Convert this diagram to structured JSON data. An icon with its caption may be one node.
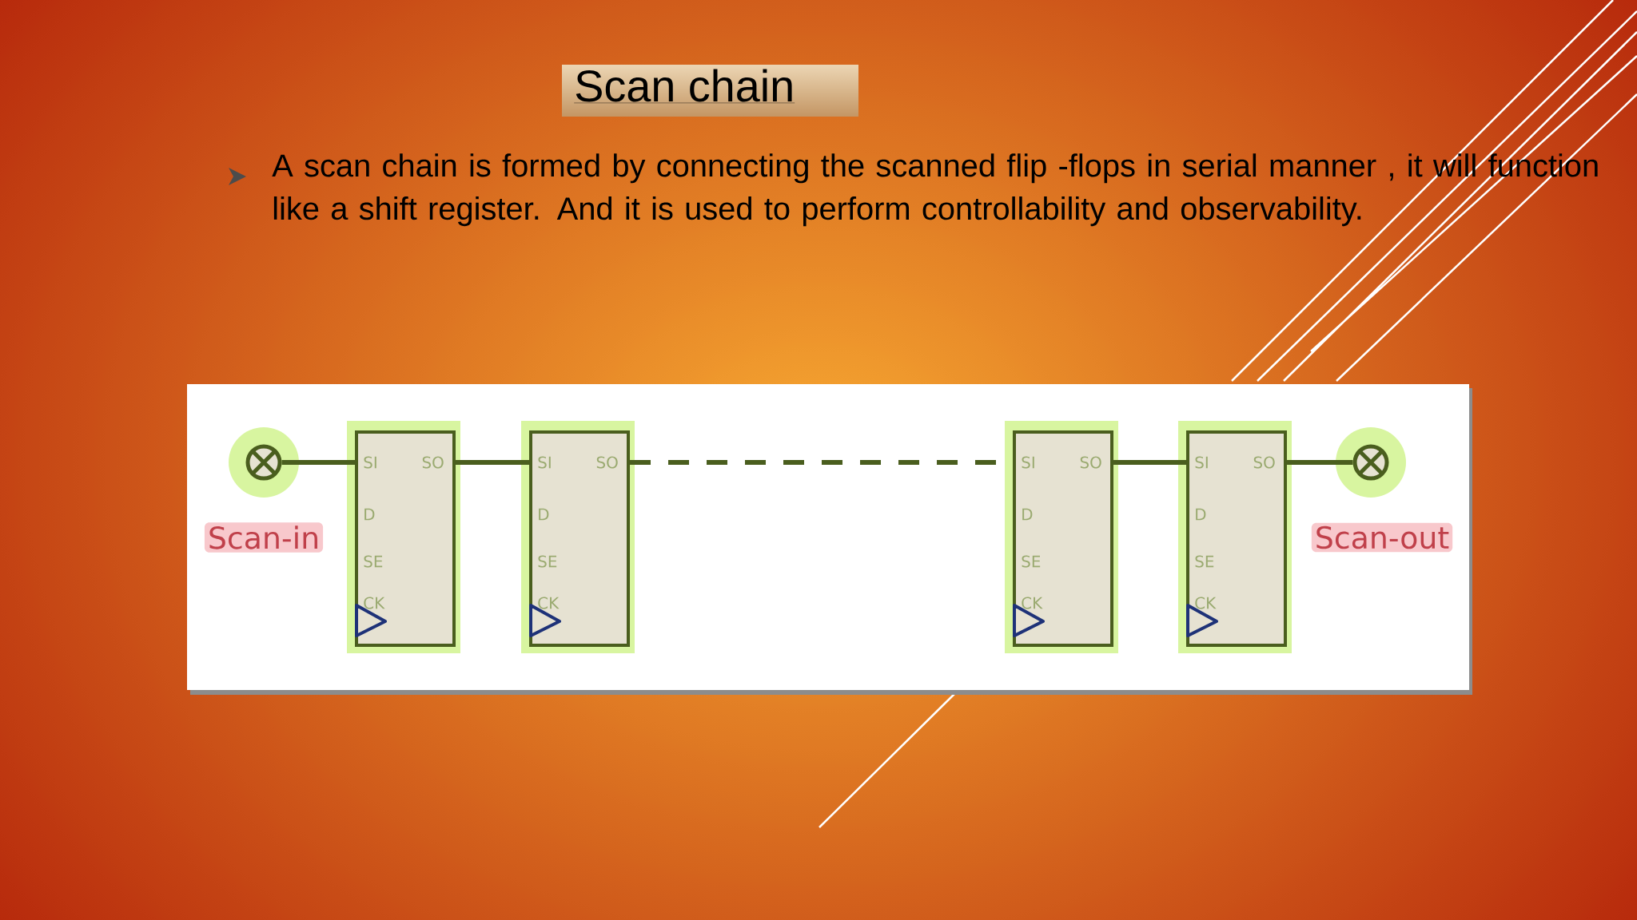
{
  "diagram": {
    "title": "Scan chain",
    "nodes": [
      {
        "text": [],
        "shape": "circle",
        "beside": [
          "Scan-in"
        ]
      },
      {
        "text": [
          "SI",
          "SO",
          "D",
          "SE",
          "CK"
        ]
      },
      {
        "text": [
          "SI",
          "SO",
          "D",
          "SE",
          "CK"
        ]
      },
      {
        "text": [
          "SI",
          "SO",
          "D",
          "SE",
          "CK"
        ]
      },
      {
        "text": [
          "SI",
          "SO",
          "D",
          "SE",
          "CK"
        ]
      },
      {
        "text": [],
        "shape": "circle",
        "beside": [
          "Scan-out"
        ]
      }
    ],
    "edges": [
      {
        "from": 0,
        "to": 1,
        "arrow": "none"
      },
      {
        "from": 1,
        "to": 2,
        "arrow": "none"
      },
      {
        "from": 2,
        "to": 3,
        "arrow": "none",
        "style": "dashed"
      },
      {
        "from": 3,
        "to": 4,
        "arrow": "none"
      },
      {
        "from": 4,
        "to": 5,
        "arrow": "none"
      }
    ],
    "labels": [
      "A scan chain is formed by connecting the scanned flip -flops in serial manner  , it will function like a shift register. And it is used to perform controllability and observability."
    ]
  }
}
